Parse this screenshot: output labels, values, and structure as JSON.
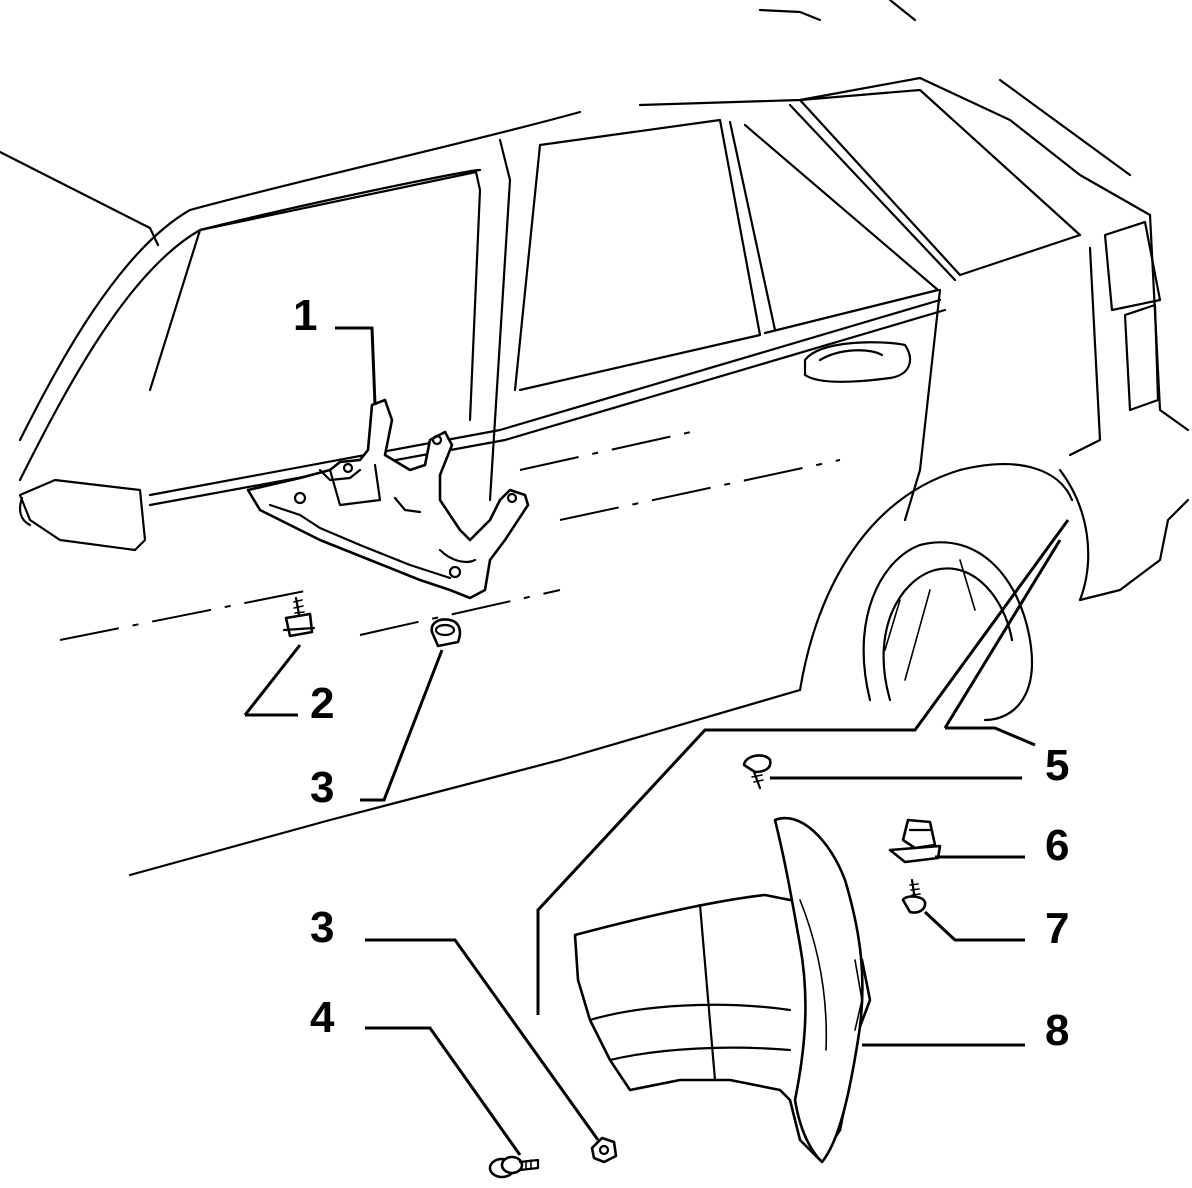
{
  "diagram": {
    "callouts": [
      {
        "id": "c1",
        "label": "1"
      },
      {
        "id": "c2",
        "label": "2"
      },
      {
        "id": "c3a",
        "label": "3"
      },
      {
        "id": "c5",
        "label": "5"
      },
      {
        "id": "c6",
        "label": "6"
      },
      {
        "id": "c7",
        "label": "7"
      },
      {
        "id": "c3b",
        "label": "3"
      },
      {
        "id": "c4",
        "label": "4"
      },
      {
        "id": "c8",
        "label": "8"
      }
    ]
  }
}
